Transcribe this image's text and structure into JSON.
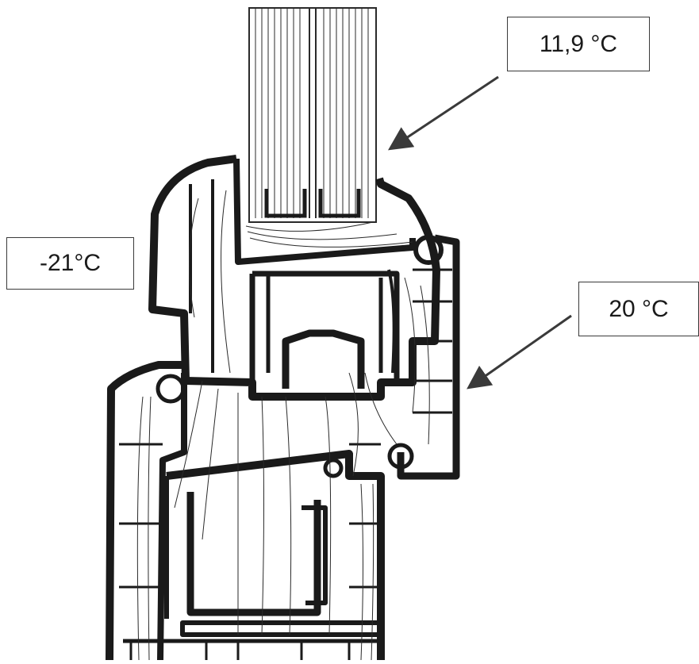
{
  "labels": {
    "glass_temperature": "11,9 °C",
    "outside_temperature": "-21°C",
    "inside_temperature": "20 °C"
  },
  "colors": {
    "profile_fill": "#1a1a1a",
    "isotherm_line": "#2a2a2a",
    "background": "#ffffff"
  }
}
